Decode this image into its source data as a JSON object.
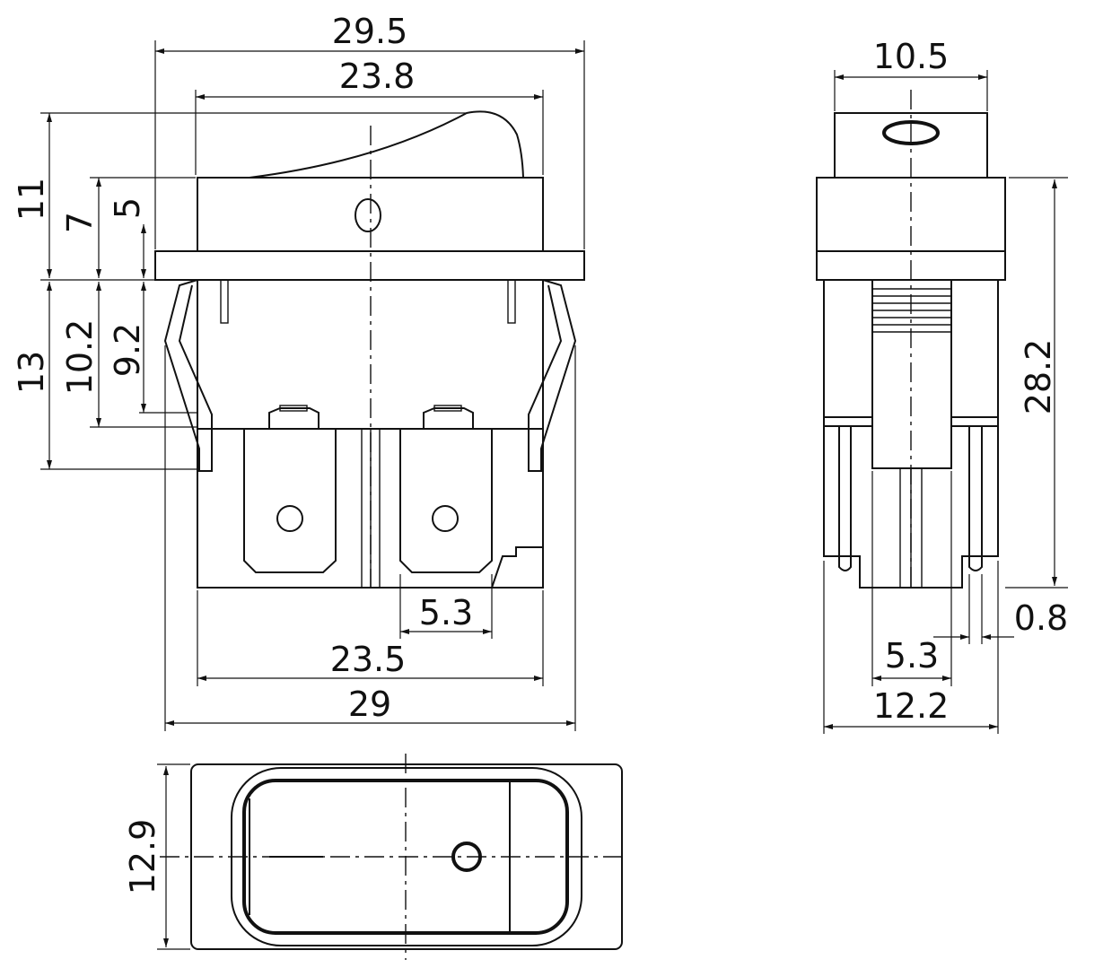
{
  "front_view": {
    "dims": {
      "overall_width": "29.5",
      "rocker_width": "23.8",
      "height_total_top": "11",
      "height_7": "7",
      "height_5": "5",
      "height_13": "13",
      "height_10_2": "10.2",
      "height_9_2": "9.2",
      "terminal_width": "5.3",
      "body_width": "23.5",
      "base_width": "29"
    }
  },
  "side_view": {
    "dims": {
      "top_width": "10.5",
      "height": "28.2",
      "pin_thickness": "0.8",
      "terminal_width": "5.3",
      "base_width": "12.2"
    }
  },
  "top_view": {
    "dims": {
      "height": "12.9"
    }
  }
}
